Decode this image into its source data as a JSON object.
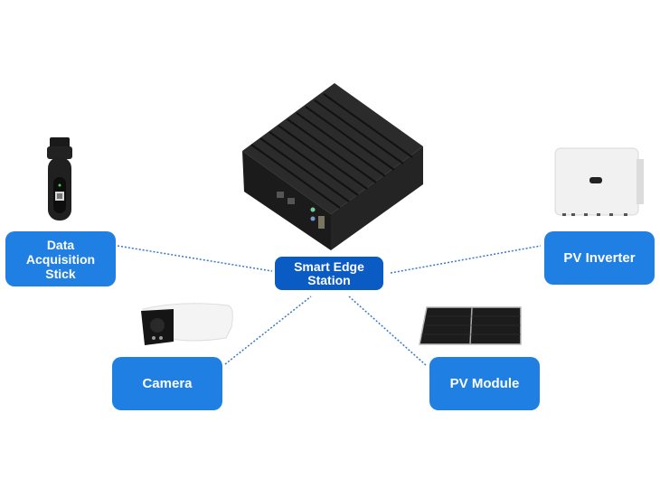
{
  "diagram": {
    "center": {
      "id": "smart-edge-station",
      "label_lines": [
        "Smart Edge",
        "Station"
      ]
    },
    "nodes": [
      {
        "id": "data-acquisition-stick",
        "label_lines": [
          "Data",
          "Acquisition",
          "Stick"
        ]
      },
      {
        "id": "pv-inverter",
        "label_lines": [
          "PV Inverter"
        ]
      },
      {
        "id": "camera",
        "label_lines": [
          "Camera"
        ]
      },
      {
        "id": "pv-module",
        "label_lines": [
          "PV Module"
        ]
      }
    ],
    "edges": [
      {
        "from": "smart-edge-station",
        "to": "data-acquisition-stick",
        "style": "dotted"
      },
      {
        "from": "smart-edge-station",
        "to": "pv-inverter",
        "style": "dotted"
      },
      {
        "from": "smart-edge-station",
        "to": "camera",
        "style": "dotted"
      },
      {
        "from": "smart-edge-station",
        "to": "pv-module",
        "style": "dotted"
      }
    ],
    "colors": {
      "node_fill": "#1f7fe3",
      "center_fill": "#0b5bc4",
      "node_text": "#ffffff",
      "edge": "#3a78c8"
    }
  }
}
